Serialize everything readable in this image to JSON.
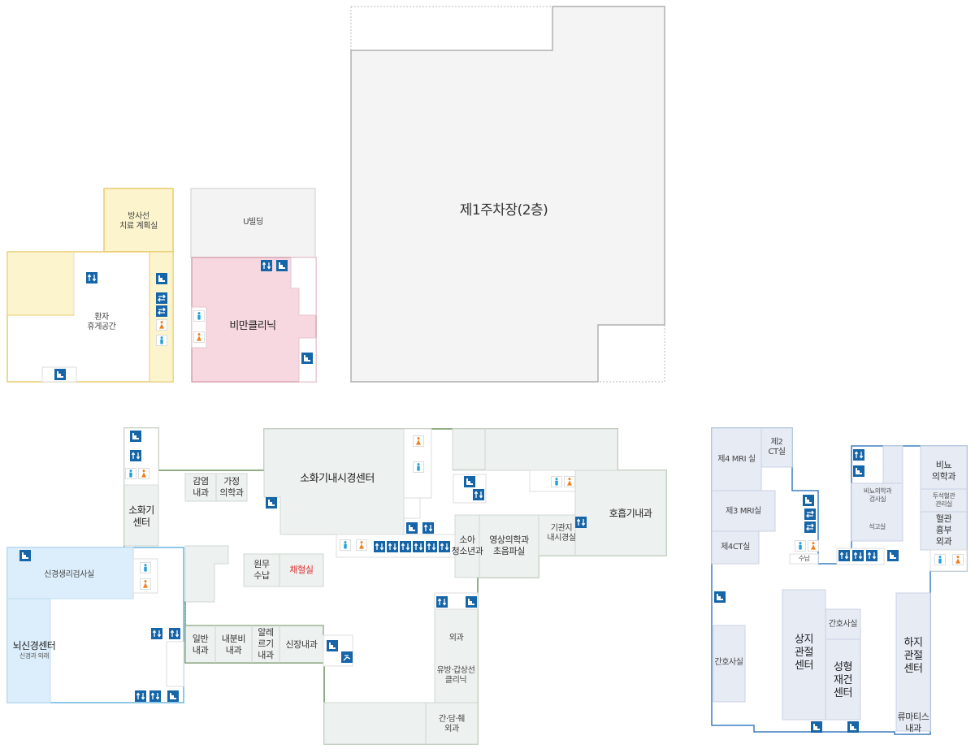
{
  "colors": {
    "icon_blue": "#1565a8",
    "icon_orange": "#ef7f1a",
    "icon_sky": "#1fa0da",
    "yellow_zone": "#fbf4cc",
    "yellow_border": "#e8cc70",
    "pink_zone": "#f7d8e0",
    "pink_border": "#d7a2b1",
    "gray_fill": "#f3f3f3",
    "green_border": "#6f9260",
    "green_fill": "#edf1ef",
    "blue_border": "#3d7fc0",
    "blue_fill": "#e6ebf4",
    "lightblue_fill": "#dceefb",
    "wall": "#cccccc"
  },
  "icon_legend": {
    "stairs": "stairs-icon",
    "elevator": "elevator-icon",
    "escalator": "escalator-icon",
    "restroom_male": "male-restroom-icon",
    "restroom_female": "female-restroom-icon",
    "wheelchair": "wheelchair-icon"
  },
  "labels": {
    "rad_plan": [
      "방사선",
      "치료 계획실"
    ],
    "patient_rest": [
      "환자",
      "휴게공간"
    ],
    "u_building": "U빌딩",
    "obesity_clinic": "비만클리닉",
    "parking": "제1주차장(2층)",
    "infection": [
      "감염",
      "내과"
    ],
    "family_med": [
      "가정",
      "의학과"
    ],
    "gi_endoscopy": "소화기내시경센터",
    "gi_center": [
      "소화기",
      "센터"
    ],
    "respiratory": "호흡기내과",
    "bronchoscopy": [
      "기관지",
      "내시경실"
    ],
    "pediatrics": [
      "소아",
      "청소년과"
    ],
    "ultrasound": [
      "영상의학과",
      "초음파실"
    ],
    "neuro_test": "신경생리검사실",
    "neuro_center": "뇌신경센터",
    "neuro_sub": "신경과 외래",
    "reception": [
      "원무",
      "수납"
    ],
    "blood_draw": "채혈실",
    "general_im": [
      "일반",
      "내과"
    ],
    "endocrine": [
      "내분비",
      "내과"
    ],
    "allergy": [
      "알레",
      "르기",
      "내과"
    ],
    "nephrology": "신장내과",
    "surgery": "외과",
    "breast_thyroid": [
      "유방·갑상선",
      "클리닉"
    ],
    "hbp_surgery": [
      "간·담·췌",
      "외과"
    ],
    "mri4": "제4 MRI 실",
    "ct2": [
      "제2",
      "CT실"
    ],
    "mri3": "제3 MRI실",
    "ct4": "제4CT실",
    "payment": "수납",
    "urology": [
      "비뇨",
      "의학과"
    ],
    "uro_test": [
      "비뇨의학과",
      "검사실"
    ],
    "dialysis": [
      "투석혈관",
      "관리실"
    ],
    "stone": "석고실",
    "vascular": [
      "혈관",
      "흉부",
      "외과"
    ],
    "nurse_left": "간호사실",
    "upper_joint": [
      "상지",
      "관절",
      "센터"
    ],
    "nurse_mid": "간호사실",
    "plastic": [
      "성형",
      "재건",
      "센터"
    ],
    "lower_joint": [
      "하지",
      "관절",
      "센터"
    ],
    "rheumatology": [
      "류마티스",
      "내과"
    ]
  }
}
